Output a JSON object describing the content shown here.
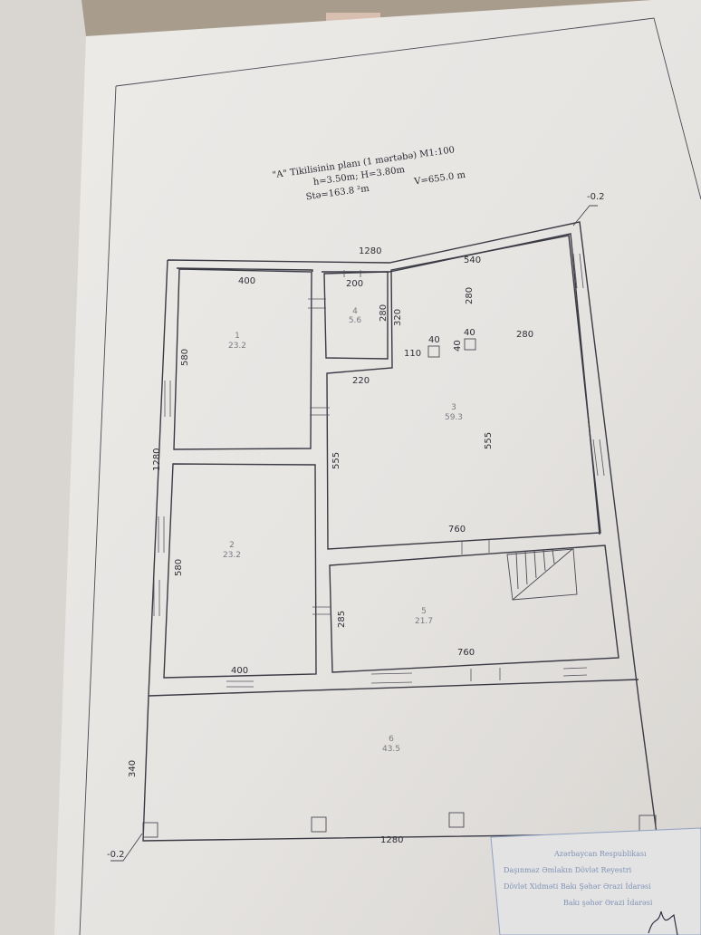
{
  "title": {
    "line1": "\"A\" Tikilisinin planı (1 mərtəbə) M1:100",
    "line2": "h=3.50m; H=3.80m",
    "line3_s": "Stə=163.8 ²m",
    "line3_v": "V=655.0 m"
  },
  "levels": {
    "top_right": "-0.2",
    "bottom_left": "-0.2"
  },
  "dimensions": {
    "top_total": "1280",
    "room_a_width": "400",
    "room_b_width": "200",
    "room_b_height": "280",
    "hall_top": "540",
    "hall_320": "320",
    "hall_280_vert": "280",
    "hall_280_right": "280",
    "hall_220": "220",
    "hall_555_left": "555",
    "hall_555_right": "555",
    "hall_760_top": "760",
    "col_40_a": "40",
    "col_40_b": "40",
    "col_40_c": "40",
    "col_110": "110",
    "left_total": "1280",
    "room_a_height": "580",
    "room_c_height": "580",
    "room_c_width": "400",
    "room_e_height": "285",
    "room_e_width": "760",
    "terrace_height": "340",
    "bottom_total": "1280"
  },
  "rooms": {
    "room_1": {
      "number": "1",
      "area": "23.2"
    },
    "room_2": {
      "number": "2",
      "area": "23.2"
    },
    "room_3": {
      "number": "3",
      "area": "59.3"
    },
    "room_4": {
      "number": "4",
      "area": "5.6"
    },
    "room_5": {
      "number": "5",
      "area": "21.7"
    },
    "room_6": {
      "number": "6",
      "area": "43.5"
    }
  },
  "stamp": {
    "line1": "Azərbaycan Respublikası",
    "line2": "Daşınmaz Əmlakın Dövlət Reyestri",
    "line3": "Dövlət Xidməti Bakı Şəhər Ərazi İdarəsi",
    "line4": "Bakı şəhər Ərazi İdarəsi"
  },
  "colors": {
    "paper": "#e9e7e4",
    "ink": "#3a3a44",
    "stamp_ink": "#7f93b6",
    "background": "#8f857b"
  }
}
